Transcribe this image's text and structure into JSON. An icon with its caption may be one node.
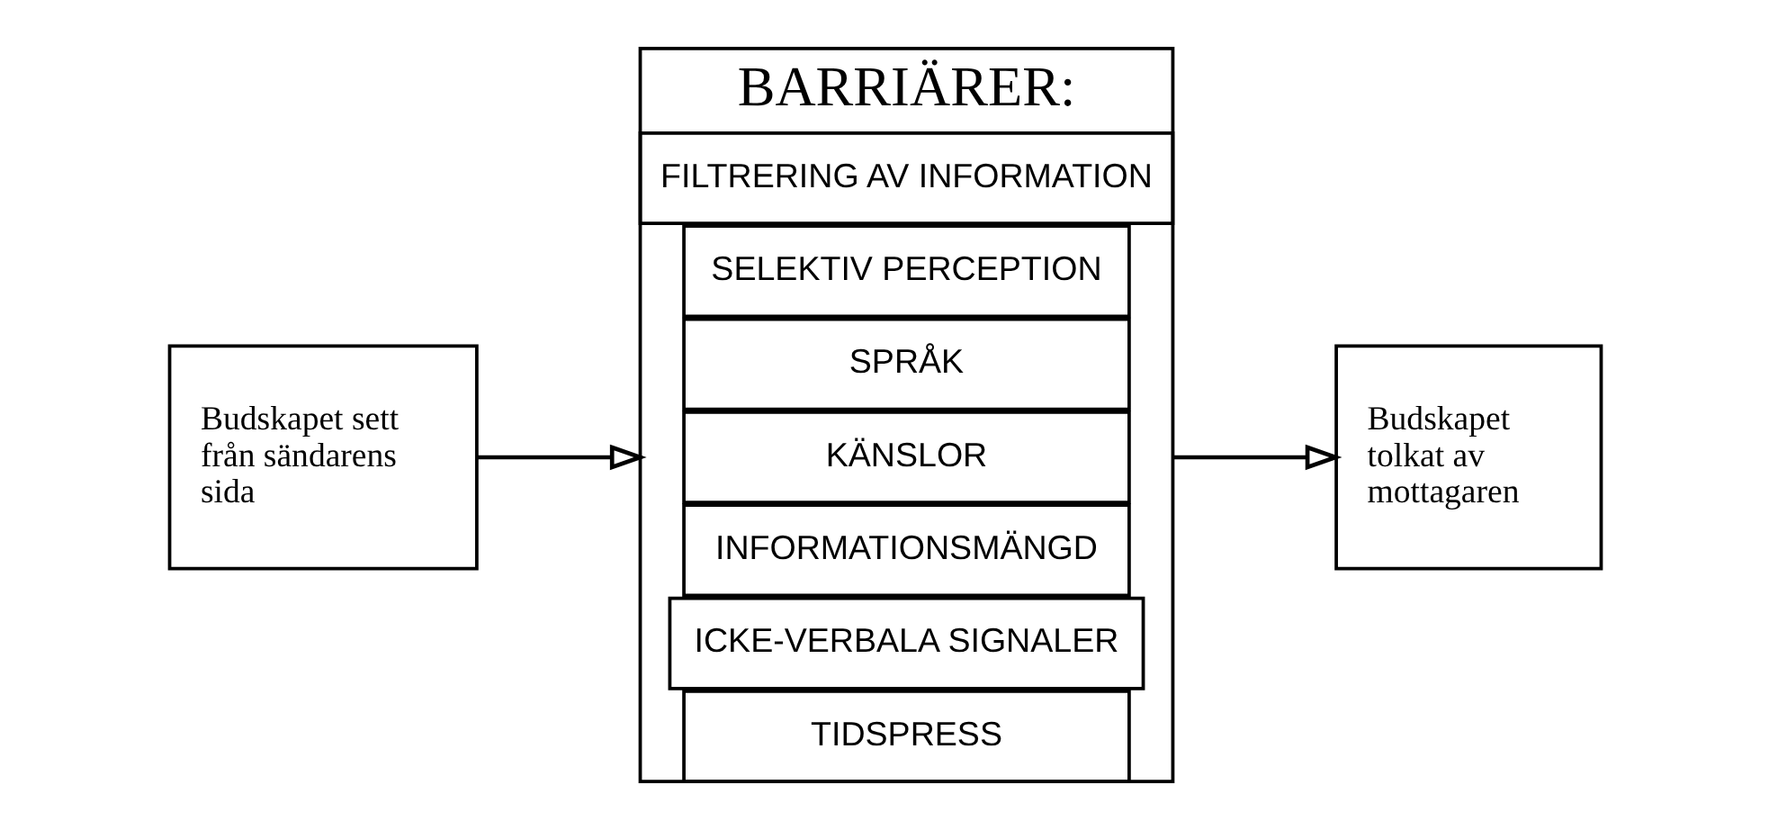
{
  "diagram": {
    "nodes": [
      {
        "text": [
          "Budskapet sett från sändarens sida"
        ]
      },
      {
        "text": [
          "BARRIÄRER:"
        ]
      },
      {
        "text": [
          "FILTRERING AV INFORMATION"
        ],
        "in": 1
      },
      {
        "text": [
          "SELEKTIV PERCEPTION"
        ],
        "in": 1
      },
      {
        "text": [
          "SPRÅK"
        ],
        "in": 1
      },
      {
        "text": [
          "KÄNSLOR"
        ],
        "in": 1
      },
      {
        "text": [
          "INFORMATIONSMÄNGD"
        ],
        "in": 1
      },
      {
        "text": [
          "ICKE-VERBALA SIGNALER"
        ],
        "in": 1
      },
      {
        "text": [
          "TIDSPRESS"
        ],
        "in": 1
      },
      {
        "text": [
          "Budskapet tolkat av mottagaren"
        ]
      }
    ],
    "edges": [
      {
        "from": 0,
        "to": 1,
        "arrow": "to"
      },
      {
        "from": 1,
        "to": 9,
        "arrow": "to"
      }
    ]
  }
}
